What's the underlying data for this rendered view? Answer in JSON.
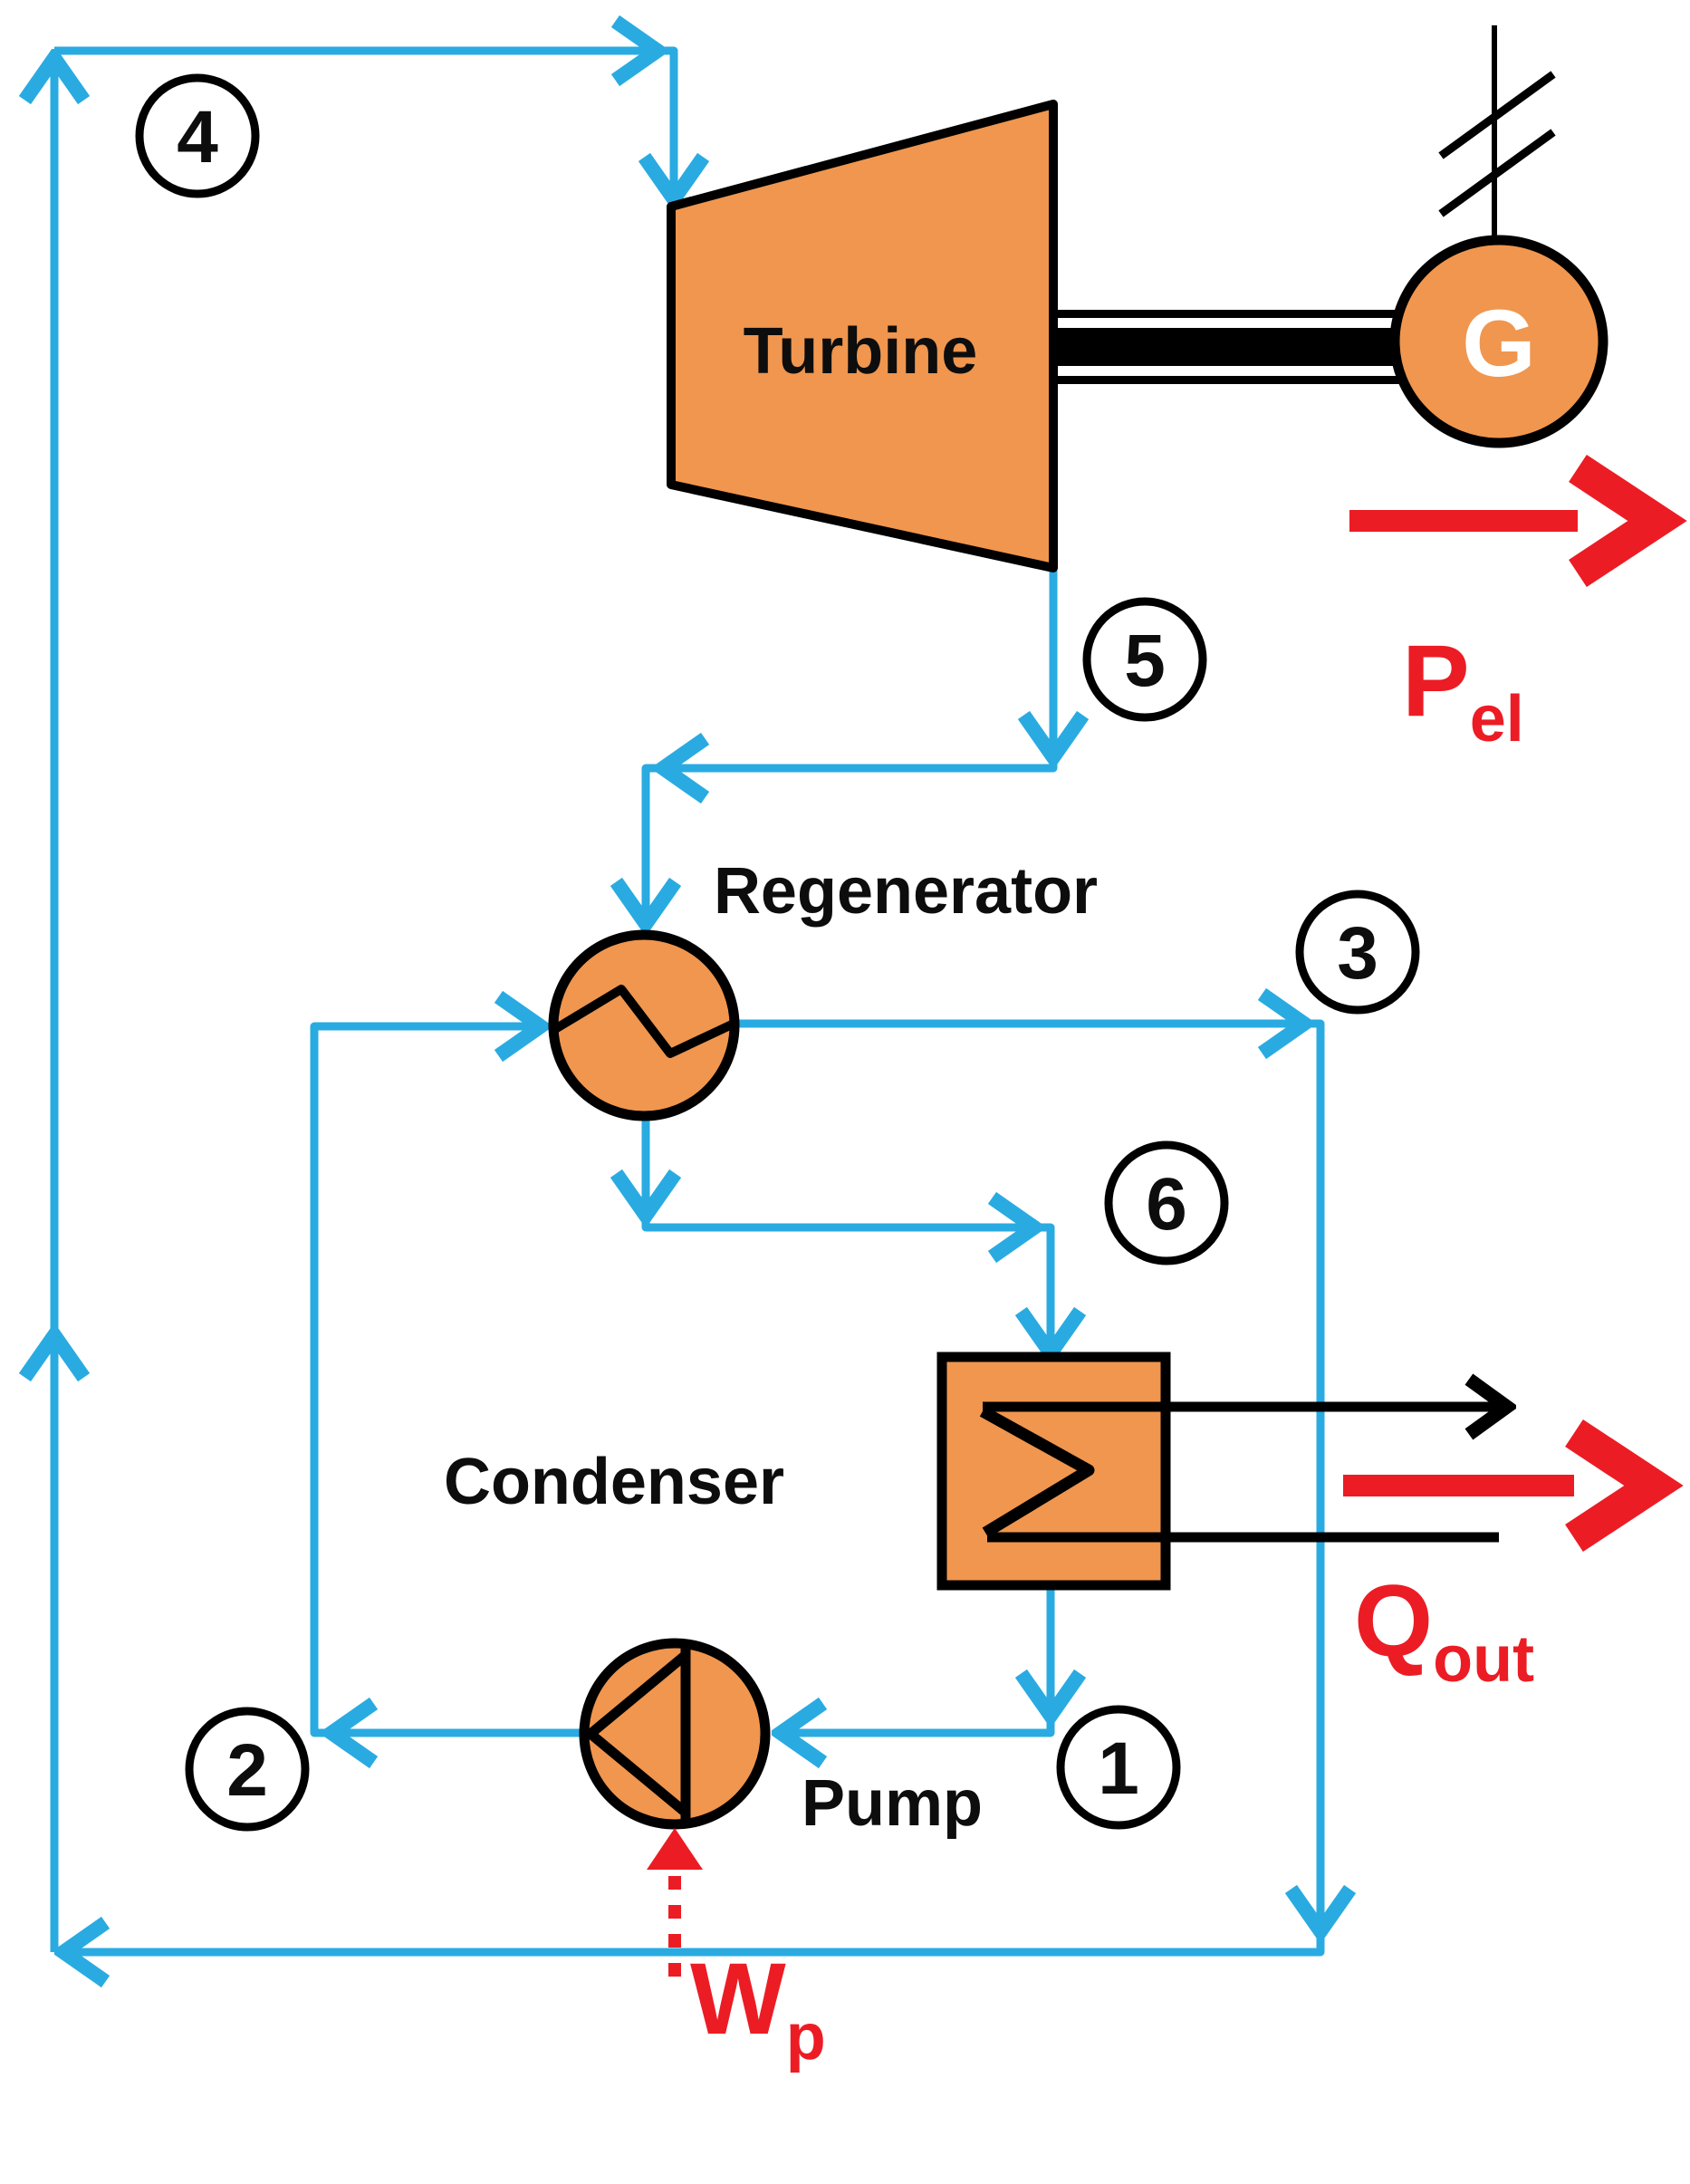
{
  "title": "Regenerative Rankine cycle diagram",
  "colors": {
    "stream_line": "#29ABE2",
    "component_fill": "#F0964E",
    "component_outline": "#000000",
    "energy_arrow": "#EC1C24",
    "cooling_line": "#000000",
    "state_circle_fill": "#ffffff"
  },
  "components": {
    "turbine": {
      "label": "Turbine"
    },
    "generator": {
      "label": "G"
    },
    "regenerator": {
      "label": "Regenerator"
    },
    "condenser": {
      "label": "Condenser"
    },
    "pump": {
      "label": "Pump"
    }
  },
  "state_points": [
    "1",
    "2",
    "3",
    "4",
    "5",
    "6"
  ],
  "energy_flows": {
    "electric_power": {
      "main": "P",
      "sub": "el"
    },
    "heat_rejected": {
      "main": "Q",
      "sub": "out"
    },
    "pump_work": {
      "main": "W",
      "sub": "p"
    }
  },
  "icons": {
    "regenerator_symbol": "heat-exchanger-zigzag-icon",
    "condenser_symbol": "condenser-coil-icon",
    "pump_symbol": "pump-triangle-icon",
    "generator_ground": "grid-connection-icon"
  }
}
